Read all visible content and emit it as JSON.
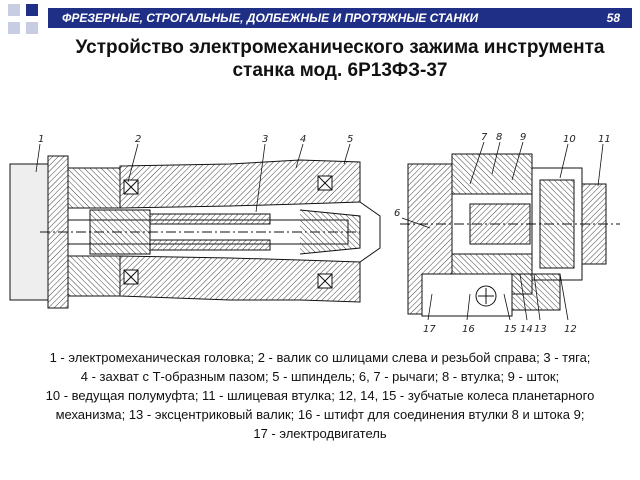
{
  "header": {
    "section_title": "ФРЕЗЕРНЫЕ, СТРОГАЛЬНЫЕ, ДОЛБЕЖНЫЕ И ПРОТЯЖНЫЕ СТАНКИ",
    "page_number": "58"
  },
  "title": {
    "line1": "Устройство электромеханического зажима инструмента",
    "line2": "станка мод. 6Р13ФЗ-37"
  },
  "figure": {
    "left_view_labels": [
      "1",
      "2",
      "3",
      "4",
      "5"
    ],
    "right_view_labels": [
      "6",
      "7",
      "8",
      "9",
      "10",
      "11",
      "12",
      "13",
      "14",
      "15",
      "16",
      "17"
    ]
  },
  "caption": {
    "line1": "1 - электромеханическая головка; 2 - валик со шлицами слева и резьбой справа; 3 - тяга;",
    "line2": "4 - захват с Т-образным пазом; 5 - шпиндель; 6, 7 - рычаги; 8 - втулка; 9 - шток;",
    "line3": "10 - ведущая полумуфта; 11 - шлицевая втулка; 12, 14, 15 - зубчатые колеса планетарного",
    "line4": "механизма; 13 - эксцентриковый валик; 16 - штифт для соединения втулки 8 и штока 9;",
    "line5": "17 - электродвигатель"
  },
  "colors": {
    "header_bg": "#1f2f86",
    "square_dark": "#1f2f86",
    "square_light": "#c9cde3"
  }
}
